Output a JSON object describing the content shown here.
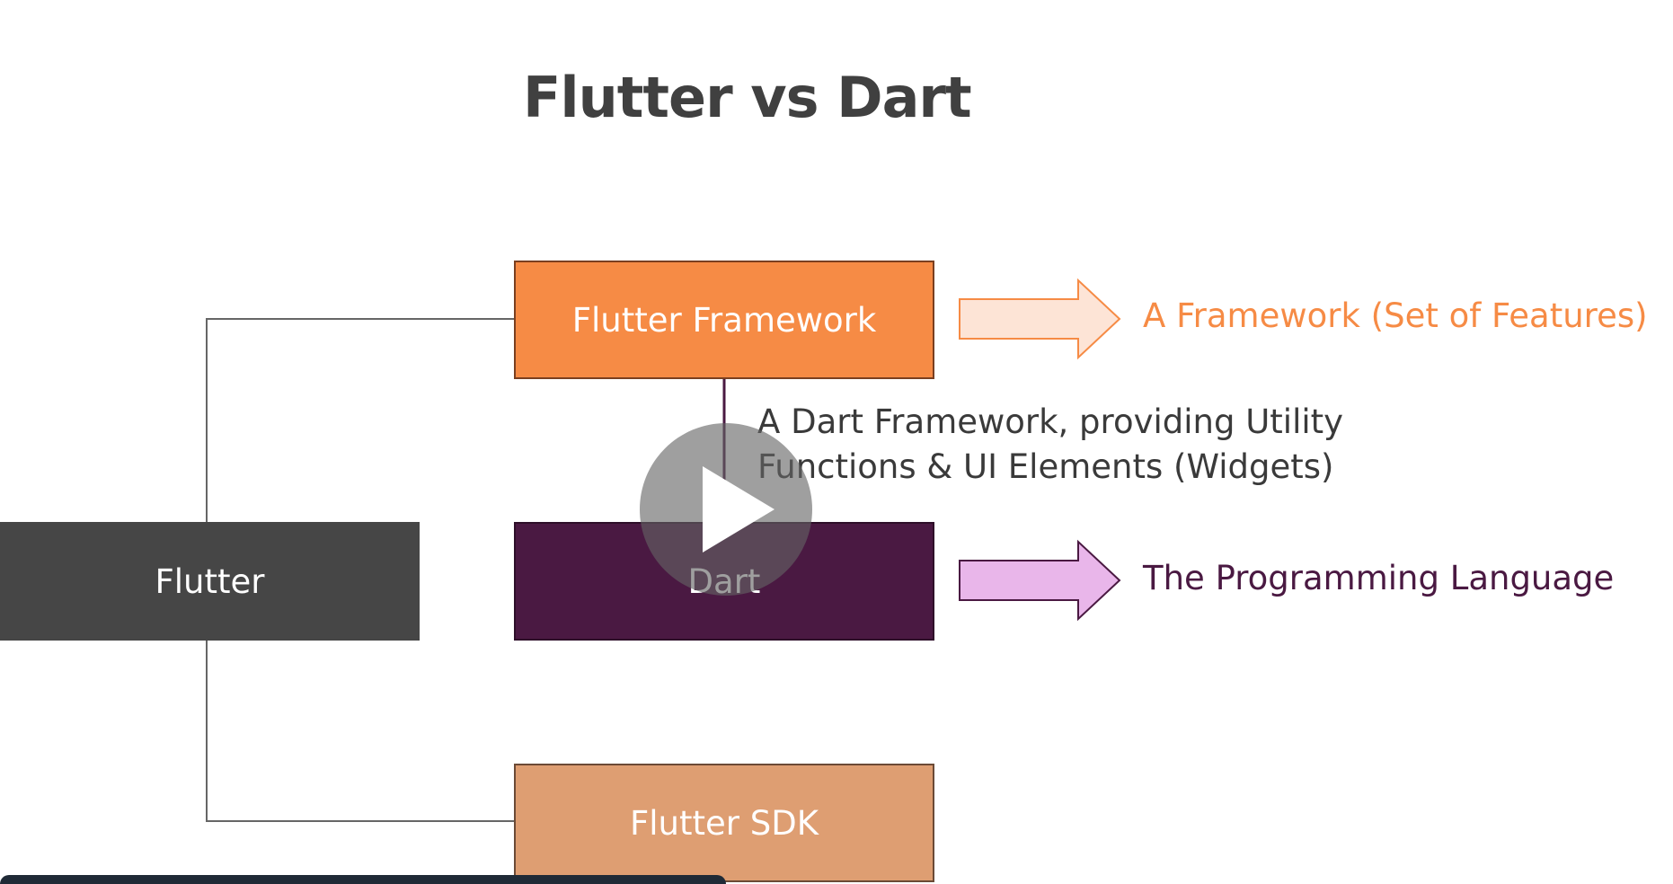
{
  "title": "Flutter vs Dart",
  "nodes": {
    "flutter": "Flutter",
    "framework": "Flutter Framework",
    "dart": "Dart",
    "sdk": "Flutter SDK"
  },
  "descriptions": {
    "framework": "A Framework (Set of Features)",
    "dart": "The Programming Language",
    "utility_line1": "A Dart Framework, providing Utility",
    "utility_line2": "Functions & UI Elements (Widgets)"
  },
  "colors": {
    "framework": "#f68b45",
    "dart": "#4a1942",
    "sdk": "#de9e72",
    "flutter": "#464646",
    "framework_arrow_fill": "#fde4d6",
    "dart_arrow_fill": "#e9b6ea"
  },
  "icons": {
    "play": "play-icon"
  }
}
